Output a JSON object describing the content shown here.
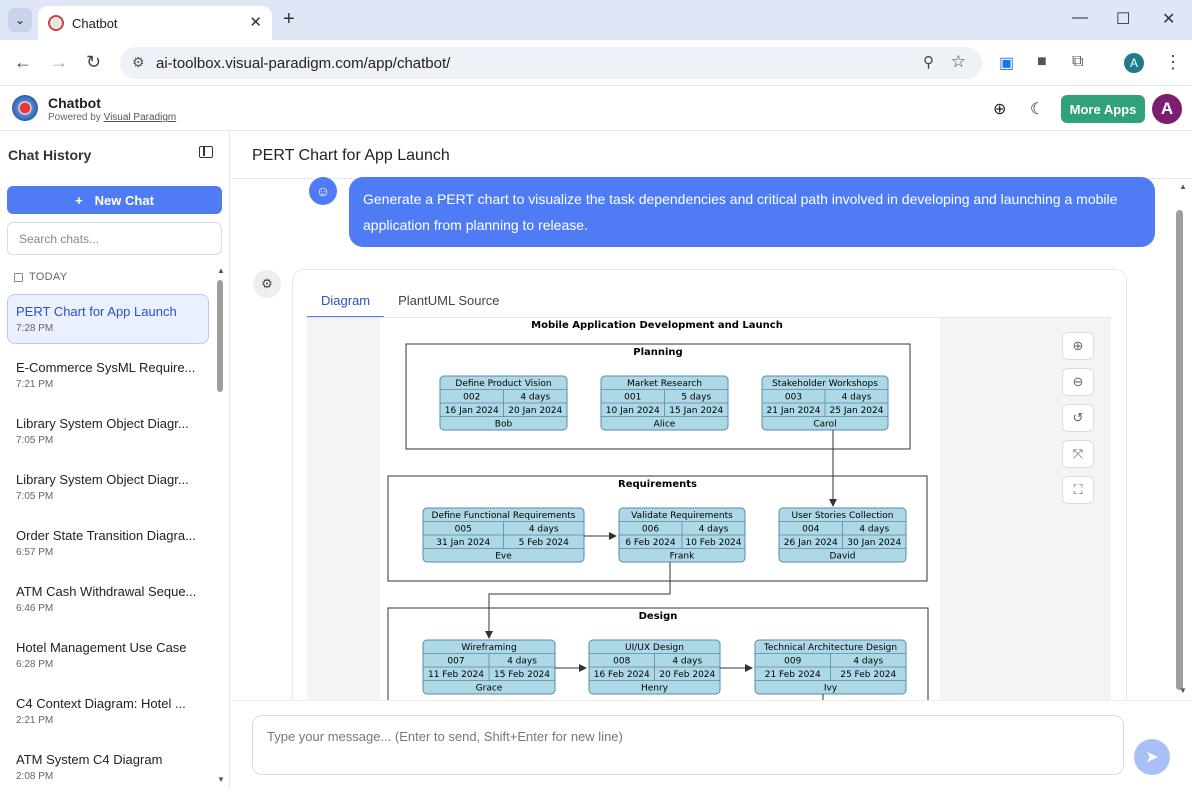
{
  "browser": {
    "tab_title": "Chatbot",
    "url": "ai-toolbox.visual-paradigm.com/app/chatbot/",
    "profile_initial": "A"
  },
  "app": {
    "name": "Chatbot",
    "powered_prefix": "Powered by",
    "powered_link": "Visual Paradigm",
    "more_apps": "More Apps",
    "user_initial": "A"
  },
  "sidebar": {
    "title": "Chat History",
    "new_chat": "New Chat",
    "search_placeholder": "Search chats...",
    "section": "TODAY",
    "items": [
      {
        "title": "PERT Chart for App Launch",
        "time": "7:28 PM"
      },
      {
        "title": "E-Commerce SysML Require...",
        "time": "7:21 PM"
      },
      {
        "title": "Library System Object Diagr...",
        "time": "7:05 PM"
      },
      {
        "title": "Library System Object Diagr...",
        "time": "7:05 PM"
      },
      {
        "title": "Order State Transition Diagra...",
        "time": "6:57 PM"
      },
      {
        "title": "ATM Cash Withdrawal Seque...",
        "time": "6:46 PM"
      },
      {
        "title": "Hotel Management Use Case",
        "time": "6:28 PM"
      },
      {
        "title": "C4 Context Diagram: Hotel ...",
        "time": "2:21 PM"
      },
      {
        "title": "ATM System C4 Diagram",
        "time": "2:08 PM"
      }
    ]
  },
  "main": {
    "title": "PERT Chart for App Launch",
    "user_message": "Generate a PERT chart to visualize the task dependencies and critical path involved in developing and launching a mobile application from planning to release.",
    "tabs": [
      "Diagram",
      "PlantUML Source"
    ],
    "input_placeholder": "Type your message... (Enter to send, Shift+Enter for new line)"
  },
  "diagram": {
    "title": "Mobile Application Development and Launch",
    "groups": [
      {
        "name": "Planning",
        "tasks": [
          {
            "name": "Define Product Vision",
            "id": "002",
            "duration": "4 days",
            "start": "16 Jan 2024",
            "end": "20 Jan 2024",
            "owner": "Bob"
          },
          {
            "name": "Market Research",
            "id": "001",
            "duration": "5 days",
            "start": "10 Jan 2024",
            "end": "15 Jan 2024",
            "owner": "Alice"
          },
          {
            "name": "Stakeholder Workshops",
            "id": "003",
            "duration": "4 days",
            "start": "21 Jan 2024",
            "end": "25 Jan 2024",
            "owner": "Carol"
          }
        ]
      },
      {
        "name": "Requirements",
        "tasks": [
          {
            "name": "Define Functional Requirements",
            "id": "005",
            "duration": "4 days",
            "start": "31 Jan 2024",
            "end": "5 Feb 2024",
            "owner": "Eve"
          },
          {
            "name": "Validate Requirements",
            "id": "006",
            "duration": "4 days",
            "start": "6 Feb 2024",
            "end": "10 Feb 2024",
            "owner": "Frank"
          },
          {
            "name": "User Stories Collection",
            "id": "004",
            "duration": "4 days",
            "start": "26 Jan 2024",
            "end": "30 Jan 2024",
            "owner": "David"
          }
        ]
      },
      {
        "name": "Design",
        "tasks": [
          {
            "name": "Wireframing",
            "id": "007",
            "duration": "4 days",
            "start": "11 Feb 2024",
            "end": "15 Feb 2024",
            "owner": "Grace"
          },
          {
            "name": "UI/UX Design",
            "id": "008",
            "duration": "4 days",
            "start": "16 Feb 2024",
            "end": "20 Feb 2024",
            "owner": "Henry"
          },
          {
            "name": "Technical Architecture Design",
            "id": "009",
            "duration": "4 days",
            "start": "21 Feb 2024",
            "end": "25 Feb 2024",
            "owner": "Ivy"
          }
        ]
      }
    ]
  }
}
